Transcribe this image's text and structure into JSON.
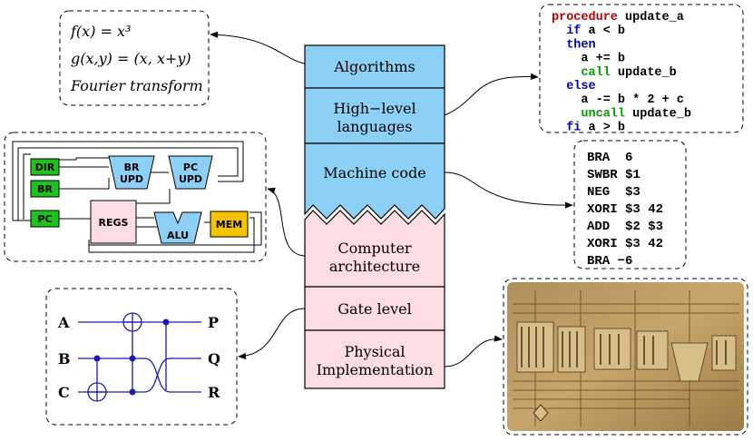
{
  "stack": [
    {
      "label": "Algorithms"
    },
    {
      "label_lines": [
        "High−level",
        "languages"
      ]
    },
    {
      "label": "Machine code"
    },
    {
      "label_lines": [
        "Computer",
        "architecture"
      ]
    },
    {
      "label": "Gate level"
    },
    {
      "label_lines": [
        "Physical",
        "Implementation"
      ]
    }
  ],
  "algorithms_box": {
    "lines": [
      "f(x) = x³",
      "g(x,y) = (x, x+y)",
      "Fourier transform"
    ]
  },
  "code_box": {
    "lines": [
      [
        {
          "t": "procedure",
          "c": "kw-red"
        },
        {
          "t": " update_a",
          "c": "plain"
        }
      ],
      [
        {
          "t": "  if",
          "c": "kw-blue"
        },
        {
          "t": " a < b",
          "c": "plain"
        }
      ],
      [
        {
          "t": "  then",
          "c": "kw-blue"
        }
      ],
      [
        {
          "t": "    a += b",
          "c": "plain"
        }
      ],
      [
        {
          "t": "    call",
          "c": "kw-green"
        },
        {
          "t": " update_b",
          "c": "plain"
        }
      ],
      [
        {
          "t": "  else",
          "c": "kw-blue"
        }
      ],
      [
        {
          "t": "    a -= b * 2 + c",
          "c": "plain"
        }
      ],
      [
        {
          "t": "    uncall",
          "c": "kw-green"
        },
        {
          "t": " update_b",
          "c": "plain"
        }
      ],
      [
        {
          "t": "  fi",
          "c": "kw-blue"
        },
        {
          "t": " a > b",
          "c": "plain"
        }
      ]
    ]
  },
  "machine_box": {
    "lines": [
      "BRA  6",
      "SWBR $1",
      "NEG  $3",
      "XORI $3 42",
      "ADD  $2 $3",
      "XORI $3 42",
      "BRA −6"
    ]
  },
  "architecture_box": {
    "dir": "DIR",
    "br": "BR",
    "pc": "PC",
    "br_upd": [
      "BR",
      "UPD"
    ],
    "pc_upd": [
      "PC",
      "UPD"
    ],
    "regs": "REGS",
    "alu": "ALU",
    "mem": "MEM"
  },
  "gate_box": {
    "inputs": [
      "A",
      "B",
      "C"
    ],
    "outputs": [
      "P",
      "Q",
      "R"
    ]
  },
  "colors": {
    "blue_layer": "#8dd0f5",
    "pink_layer": "#fbdde2",
    "green_block": "#1ec21e",
    "yellow_block": "#f5c400",
    "kw_red": "#c00000",
    "kw_blue": "#0000c0",
    "kw_green": "#00a000",
    "circuit_blue": "#1a1ab0"
  }
}
